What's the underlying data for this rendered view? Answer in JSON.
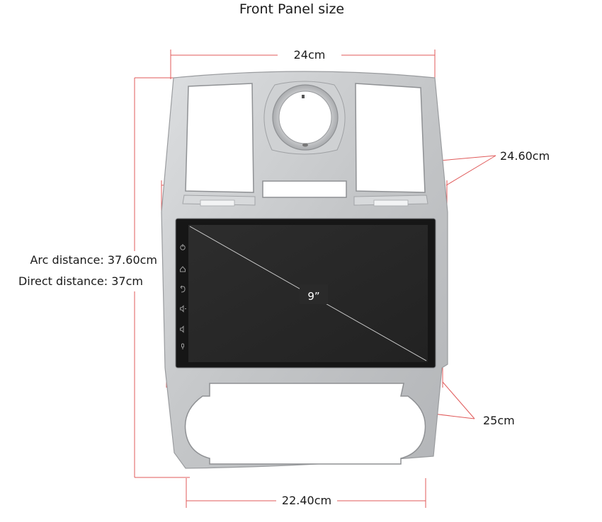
{
  "title": "Front Panel size",
  "dimensions": {
    "top_width": "24cm",
    "side_width": "24.60cm",
    "bottom_width": "22.40cm",
    "lower_width": "25cm",
    "arc_distance": "Arc distance: 37.60cm",
    "direct_distance": "Direct distance: 37cm"
  },
  "screen": {
    "size_label": "9”",
    "side_icons": [
      "power-icon",
      "home-icon",
      "back-icon",
      "volume-up-icon",
      "volume-down-icon",
      "mic-icon"
    ]
  },
  "colors": {
    "dimension_line": "#e05a5a",
    "panel_silver": "#c9cbcd",
    "screen": "#2b2b2b"
  }
}
